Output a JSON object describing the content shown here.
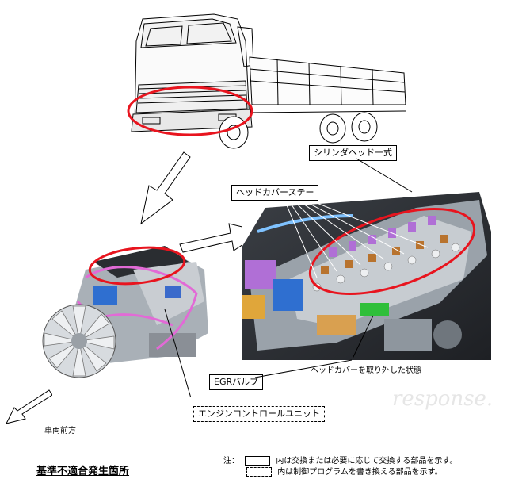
{
  "labels": {
    "cylinder_head": "シリンダヘッド一式",
    "head_cover_stay": "ヘッドカバーステー",
    "egr_valve": "EGRバルブ",
    "ecu": "エンジンコントロールユニット"
  },
  "caption": "ヘッドカバーを取り外した状態",
  "vehicle_front": "車両前方",
  "title": "基準不適合発生箇所",
  "notes": {
    "prefix": "注：",
    "solid": "内は交換または必要に応じて交換する部品を示す。",
    "dashed": "内は制御プログラムを書き換える部品を示す。"
  },
  "watermark": "response.",
  "colors": {
    "highlight": "#e8141e",
    "engine_purple": "#b06fd6",
    "engine_blue": "#2f6fd0",
    "egr_green": "#2fbf3a",
    "magenta_pipe": "#e26ad6"
  }
}
